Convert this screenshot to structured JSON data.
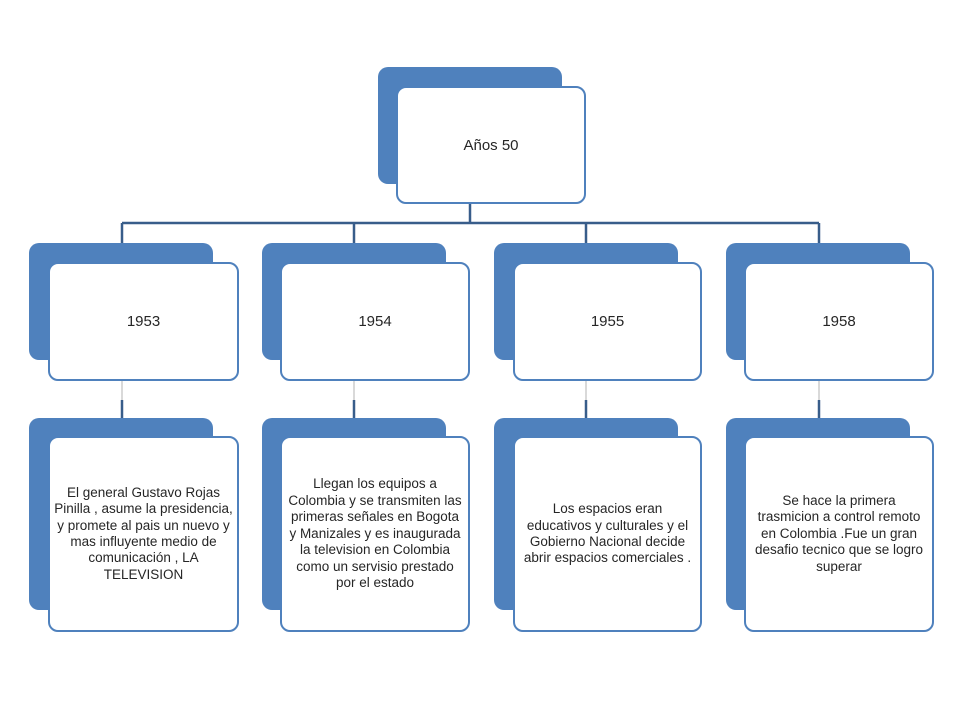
{
  "root": {
    "label": "Años 50"
  },
  "years": [
    {
      "year": "1953",
      "description": "El general Gustavo Rojas Pinilla , asume la presidencia, y promete al pais un nuevo y mas influyente medio de comunicación , LA TELEVISION"
    },
    {
      "year": "1954",
      "description": "Llegan los equipos a Colombia y se transmiten las primeras señales en Bogota y Manizales y es inaugurada la television en Colombia como un servisio prestado por el estado"
    },
    {
      "year": "1955",
      "description": "Los espacios eran educativos y culturales y el Gobierno Nacional decide abrir espacios comerciales ."
    },
    {
      "year": "1958",
      "description": "Se hace la primera trasmicion a control remoto en Colombia .Fue un gran desafio tecnico que se logro superar"
    }
  ],
  "colors": {
    "accent": "#4f81bd",
    "connector": "#385d8a",
    "text": "#262626"
  }
}
